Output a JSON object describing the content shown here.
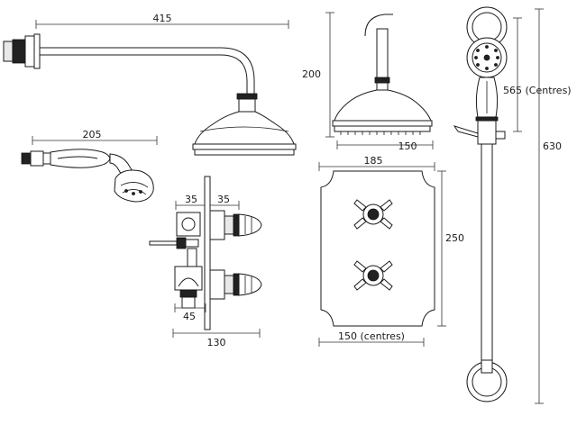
{
  "dimensions": {
    "arm_length": "415",
    "head_height": "200",
    "head_diameter": "150",
    "handset_length": "205",
    "valve_spacing_left": "35",
    "valve_spacing_right": "35",
    "valve_depth": "45",
    "valve_width": "130",
    "plate_width": "185",
    "plate_height": "250",
    "valve_centres": "150 (centres)",
    "rail_centres": "565 (Centres)",
    "rail_height": "630"
  }
}
